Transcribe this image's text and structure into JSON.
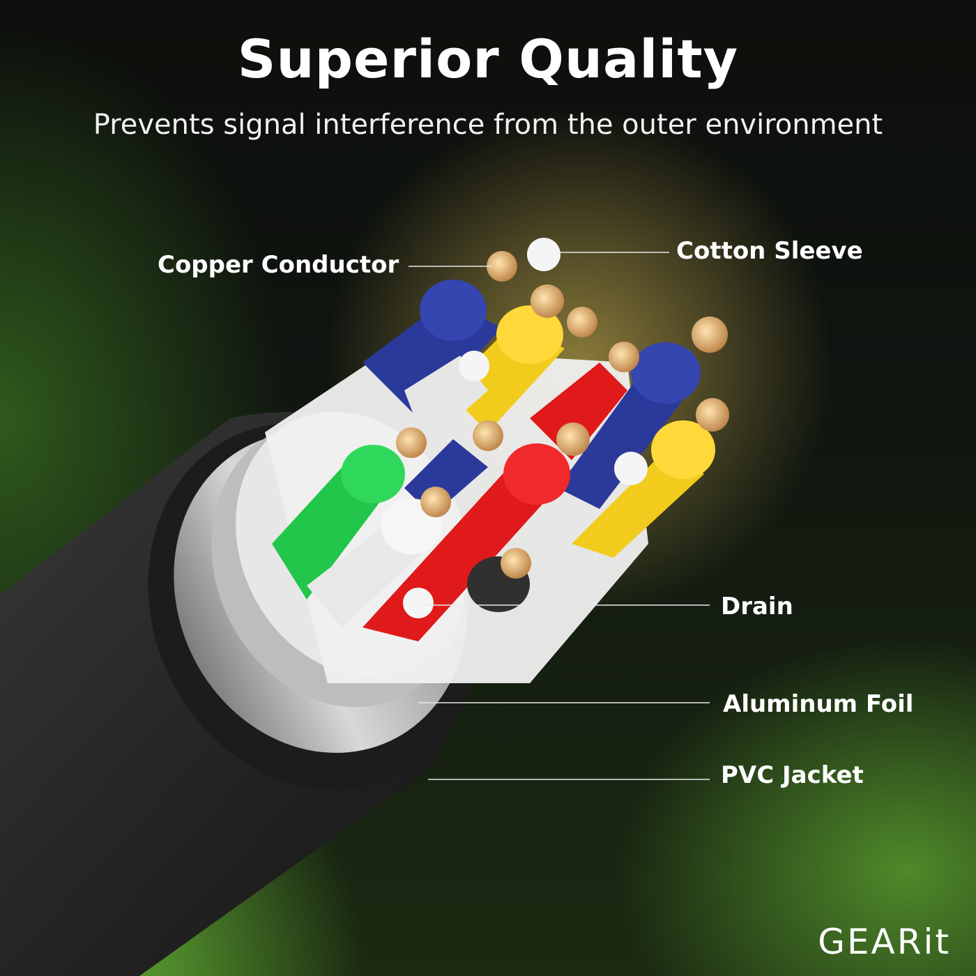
{
  "header": {
    "title": "Superior Quality",
    "subtitle": "Prevents signal interference from the outer environment"
  },
  "callouts": {
    "copper_conductor": "Copper Conductor",
    "cotton_sleeve": "Cotton Sleeve",
    "drain": "Drain",
    "aluminum_foil": "Aluminum Foil",
    "pvc_jacket": "PVC Jacket"
  },
  "brand": {
    "logo_text": "GEARit"
  },
  "colors": {
    "wire_blue": "#2b3a9a",
    "wire_yellow": "#f2cc1d",
    "wire_red": "#e01a1a",
    "wire_green": "#22c64a",
    "wire_white": "#eeeeee",
    "copper": "#d9a66b",
    "jacket": "#2a2a2a"
  }
}
